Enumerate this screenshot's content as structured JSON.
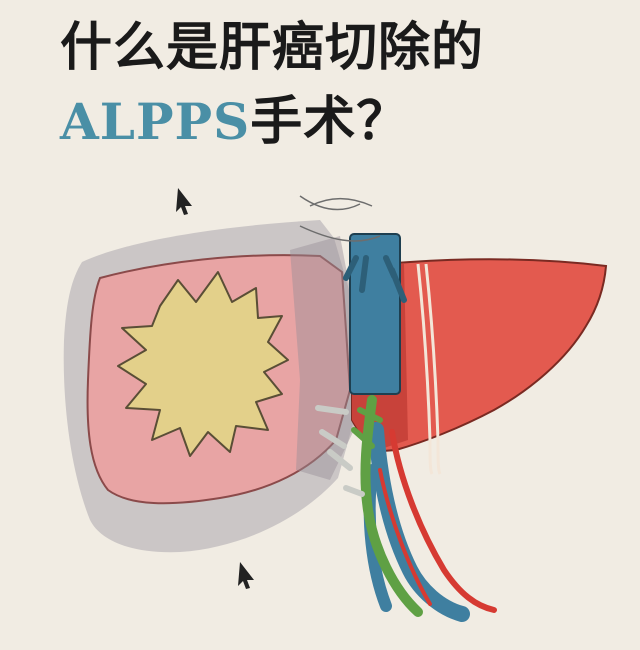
{
  "title": {
    "line1": "什么是肝癌切除的",
    "line2_abbr": "ALPPS",
    "line2_suffix": "手术？"
  },
  "colors": {
    "background": "#f1ece3",
    "title_text": "#1a1a1a",
    "abbr_accent": "#4a8fa6",
    "liver_pink": "#e8a4a4",
    "liver_red": "#e35a4f",
    "tumor_yellow": "#e3d08a",
    "vein_blue": "#3f7fa0",
    "artery_red": "#d63a32",
    "bile_duct_green": "#5fa044"
  },
  "icons": [
    "arrow-cursor-icon-top",
    "arrow-cursor-icon-bottom"
  ]
}
